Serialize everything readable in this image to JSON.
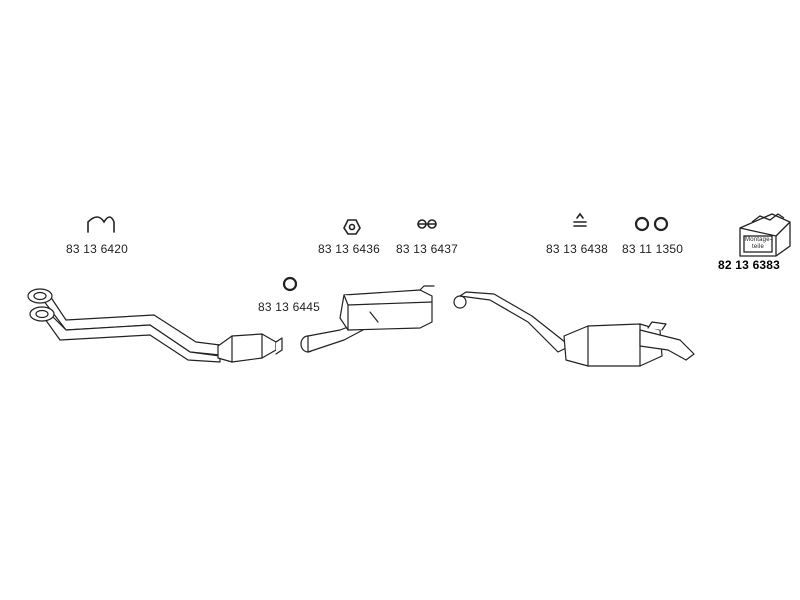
{
  "parts": {
    "bracket": "83 13 6420",
    "hanger_small": "83 13 6436",
    "hanger_double": "83 13 6437",
    "hanger_right": "83 13 6438",
    "rings_pair": "83 11 1350",
    "ring_single": "83 13 6445",
    "mounting_kit": "82 13 6383"
  },
  "mounting_kit_label": "Montage-teile",
  "colors": {
    "line": "#222222",
    "fill": "#ffffff",
    "shade": "#e6e6e6"
  }
}
